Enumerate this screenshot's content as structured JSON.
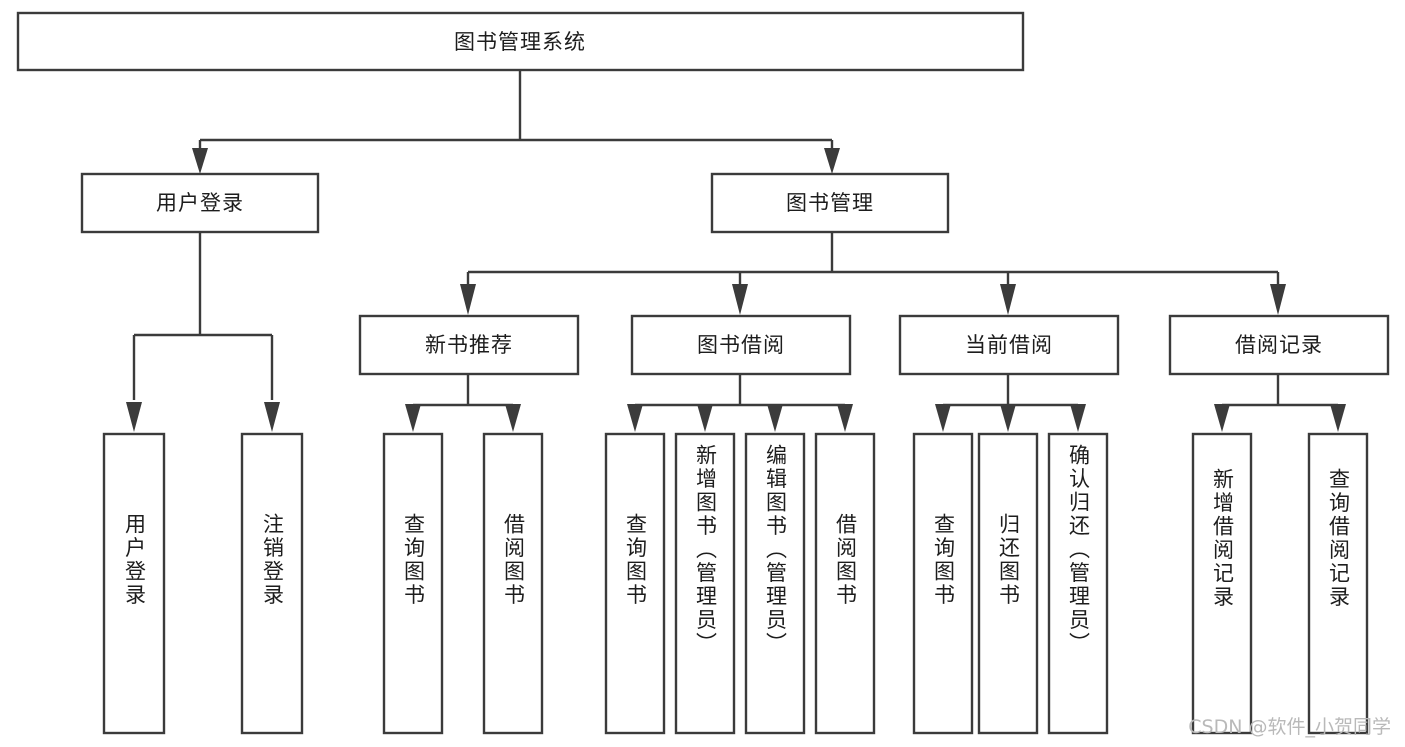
{
  "diagram": {
    "title": "图书管理系统",
    "type": "tree",
    "colors": {
      "background": "#ffffff",
      "box_fill": "#ffffff",
      "line": "#3b3b3b",
      "text": "#1d1d1d",
      "watermark": "#b9b9b9"
    },
    "watermark": "CSDN @软件_小贺同学"
  },
  "nodes": {
    "root": {
      "label": "图书管理系统",
      "orientation": "horizontal"
    },
    "level2": [
      {
        "id": "user-login",
        "label": "用户登录",
        "orientation": "horizontal"
      },
      {
        "id": "book-manage",
        "label": "图书管理",
        "orientation": "horizontal"
      }
    ],
    "level3": [
      {
        "id": "new-book-recommend",
        "label": "新书推荐",
        "orientation": "horizontal"
      },
      {
        "id": "book-borrow",
        "label": "图书借阅",
        "orientation": "horizontal"
      },
      {
        "id": "current-borrow",
        "label": "当前借阅",
        "orientation": "horizontal"
      },
      {
        "id": "borrow-record",
        "label": "借阅记录",
        "orientation": "horizontal"
      }
    ],
    "leaves": [
      {
        "id": "leaf-user-login",
        "label": "用户登录",
        "parent": "user-login",
        "orientation": "vertical"
      },
      {
        "id": "leaf-user-logout",
        "label": "注销登录",
        "parent": "user-login",
        "orientation": "vertical"
      },
      {
        "id": "leaf-query-book-1",
        "label": "查询图书",
        "parent": "new-book-recommend",
        "orientation": "vertical"
      },
      {
        "id": "leaf-borrow-book-1",
        "label": "借阅图书",
        "parent": "new-book-recommend",
        "orientation": "vertical"
      },
      {
        "id": "leaf-query-book-2",
        "label": "查询图书",
        "parent": "book-borrow",
        "orientation": "vertical"
      },
      {
        "id": "leaf-add-book",
        "label": "新增图书（管理员）",
        "parent": "book-borrow",
        "orientation": "vertical"
      },
      {
        "id": "leaf-edit-book",
        "label": "编辑图书（管理员）",
        "parent": "book-borrow",
        "orientation": "vertical"
      },
      {
        "id": "leaf-borrow-book-2",
        "label": "借阅图书",
        "parent": "book-borrow",
        "orientation": "vertical"
      },
      {
        "id": "leaf-query-book-3",
        "label": "查询图书",
        "parent": "current-borrow",
        "orientation": "vertical"
      },
      {
        "id": "leaf-return-book",
        "label": "归还图书",
        "parent": "current-borrow",
        "orientation": "vertical"
      },
      {
        "id": "leaf-confirm-return",
        "label": "确认归还（管理员）",
        "parent": "current-borrow",
        "orientation": "vertical"
      },
      {
        "id": "leaf-add-record",
        "label": "新增借阅记录",
        "parent": "borrow-record",
        "orientation": "vertical"
      },
      {
        "id": "leaf-query-record",
        "label": "查询借阅记录",
        "parent": "borrow-record",
        "orientation": "vertical"
      }
    ]
  }
}
